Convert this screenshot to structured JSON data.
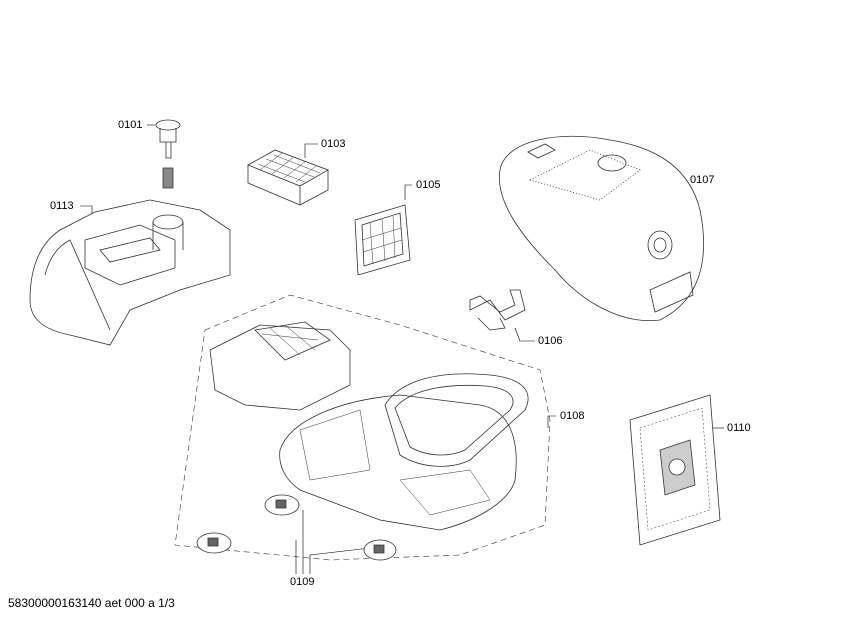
{
  "diagram": {
    "labels": {
      "p0101": "0101",
      "p0103": "0103",
      "p0105": "0105",
      "p0106": "0106",
      "p0107": "0107",
      "p0108": "0108",
      "p0109": "0109",
      "p0110": "0110",
      "p0113": "0113"
    },
    "footer": "58300000163140 aet 000 a 1/3"
  }
}
